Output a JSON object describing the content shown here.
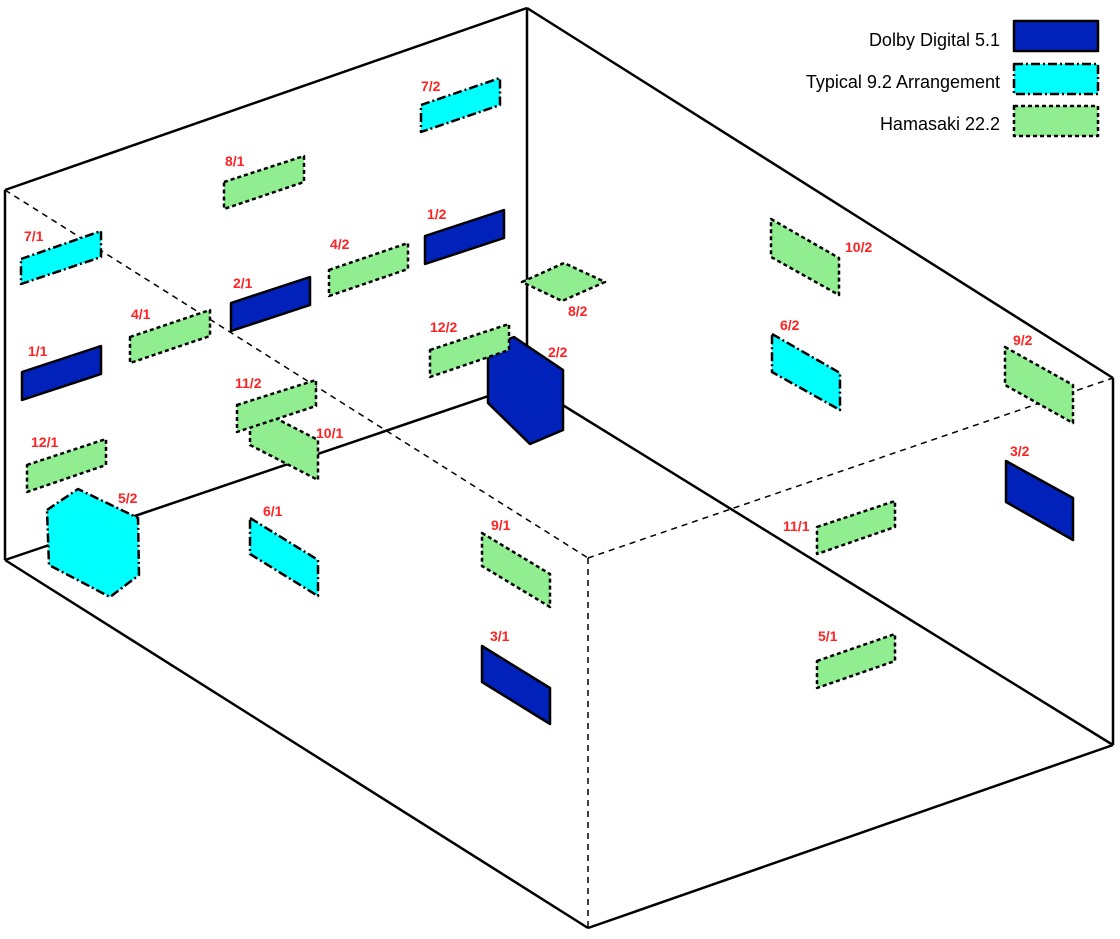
{
  "legend": {
    "dolby": "Dolby Digital 5.1",
    "typical": "Typical 9.2 Arrangement",
    "hamasaki": "Hamasaki 22.2"
  },
  "styles": {
    "dolby": {
      "fill": "#0022bb",
      "stroke_color": "#000000",
      "dash": "none"
    },
    "typical": {
      "fill": "#00ffff",
      "stroke_color": "#000000",
      "dash": "9 3 2 3"
    },
    "hamasaki": {
      "fill": "#90ee90",
      "stroke_color": "#000000",
      "dash": "4 3"
    }
  },
  "label_color": "#ff2222",
  "speakers": [
    {
      "id": "1/1",
      "system": "dolby"
    },
    {
      "id": "2/1",
      "system": "dolby"
    },
    {
      "id": "3/1",
      "system": "dolby"
    },
    {
      "id": "4/1",
      "system": "hamasaki"
    },
    {
      "id": "5/1",
      "system": "hamasaki"
    },
    {
      "id": "6/1",
      "system": "typical"
    },
    {
      "id": "7/1",
      "system": "typical"
    },
    {
      "id": "8/1",
      "system": "hamasaki"
    },
    {
      "id": "9/1",
      "system": "hamasaki"
    },
    {
      "id": "10/1",
      "system": "hamasaki"
    },
    {
      "id": "11/1",
      "system": "hamasaki"
    },
    {
      "id": "12/1",
      "system": "hamasaki"
    },
    {
      "id": "1/2",
      "system": "dolby"
    },
    {
      "id": "2/2",
      "system": "dolby"
    },
    {
      "id": "3/2",
      "system": "dolby"
    },
    {
      "id": "4/2",
      "system": "hamasaki"
    },
    {
      "id": "5/2",
      "system": "typical"
    },
    {
      "id": "6/2",
      "system": "typical"
    },
    {
      "id": "7/2",
      "system": "typical"
    },
    {
      "id": "8/2",
      "system": "hamasaki"
    },
    {
      "id": "9/2",
      "system": "hamasaki"
    },
    {
      "id": "10/2",
      "system": "hamasaki"
    },
    {
      "id": "11/2",
      "system": "hamasaki"
    },
    {
      "id": "12/2",
      "system": "hamasaki"
    }
  ]
}
